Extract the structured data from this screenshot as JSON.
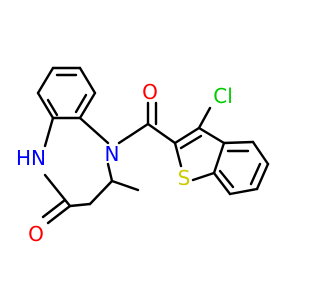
{
  "molecule": {
    "atoms": [
      {
        "id": "a1",
        "label": "O",
        "color": "#ff0000"
      },
      {
        "id": "a2",
        "label": "Cl",
        "color": "#00cc00"
      },
      {
        "id": "a3",
        "label": "N",
        "color": "#0000ff"
      },
      {
        "id": "a4",
        "label": "HN",
        "color": "#0000ff"
      },
      {
        "id": "a5",
        "label": "S",
        "color": "#cccc00"
      },
      {
        "id": "a6",
        "label": "O",
        "color": "#ff0000"
      }
    ],
    "bond_color": "#000000",
    "background": "#ffffff"
  }
}
